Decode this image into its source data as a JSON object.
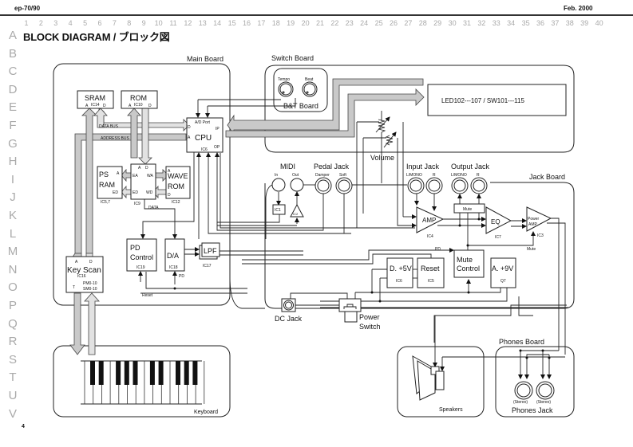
{
  "header": {
    "model": "ep-70/90",
    "date": "Feb. 2000",
    "page_number": "4"
  },
  "grid": {
    "columns": [
      "1",
      "2",
      "3",
      "4",
      "5",
      "6",
      "7",
      "8",
      "9",
      "10",
      "11",
      "12",
      "13",
      "14",
      "15",
      "16",
      "17",
      "18",
      "19",
      "20",
      "21",
      "22",
      "23",
      "24",
      "25",
      "26",
      "27",
      "28",
      "29",
      "30",
      "31",
      "32",
      "33",
      "34",
      "35",
      "36",
      "37",
      "38",
      "39",
      "40"
    ],
    "rows": [
      "A",
      "B",
      "C",
      "D",
      "E",
      "F",
      "G",
      "H",
      "I",
      "J",
      "K",
      "L",
      "M",
      "N",
      "O",
      "P",
      "Q",
      "R",
      "S",
      "T",
      "U",
      "V"
    ]
  },
  "title": "BLOCK DIAGRAM / ブロック図",
  "boards": {
    "main": "Main Board",
    "switch": "Switch Board",
    "bt": "B&T Board",
    "jack": "Jack Board",
    "keyboard": "Keyboard",
    "speakers": "Speakers",
    "phones": "Phones Board"
  },
  "blocks": {
    "sram": {
      "name": "SRAM",
      "ic": "IC14",
      "pin_a": "A",
      "pin_d": "D"
    },
    "rom": {
      "name": "ROM",
      "ic": "IC10",
      "pin_a": "A",
      "pin_d": "D"
    },
    "cpu": {
      "name": "CPU",
      "ic": "IC6",
      "port": "A/D Port",
      "pin_d": "D",
      "pin_a": "A",
      "pin_ip": "IP",
      "pin_op": "OP"
    },
    "psram": {
      "name_1": "PS",
      "name_2": "RAM",
      "ic": "IC5,7",
      "pin_a": "A",
      "pin_ed": "ED"
    },
    "ic9": {
      "ic": "IC9",
      "pin_a": "A",
      "pin_d": "D",
      "pin_ea": "EA",
      "pin_ed": "ED",
      "pin_wa": "WA",
      "pin_wd": "WD"
    },
    "waverom": {
      "name_1": "WAVE",
      "name_2": "ROM",
      "ic": "IC12",
      "pin_a": "A",
      "pin_d": "D"
    },
    "pdcontrol": {
      "name_1": "PD",
      "name_2": "Control",
      "ic": "IC19"
    },
    "da": {
      "name": "D/A",
      "ic": "IC18"
    },
    "lpf": {
      "name": "LPF",
      "ic": "IC17"
    },
    "keyscan": {
      "name": "Key Scan",
      "ic": "IC16",
      "pin_a": "A",
      "pin_d": "D",
      "pin_t": "T",
      "pm": "PM0-10",
      "sm": "SM0-10"
    },
    "led": {
      "name": "LED102---107  /  SW101---115"
    },
    "ic1": {
      "name": "IC1"
    },
    "ic2": {
      "name": "IC2"
    },
    "amp": {
      "name": "AMP",
      "ic": "IC4"
    },
    "eq": {
      "name": "EQ",
      "ic": "IC7"
    },
    "poweramp": {
      "name_1": "Power",
      "name_2": "AMP",
      "ic": "IC3"
    },
    "mute_small": {
      "name": "Mute"
    },
    "mutecontrol": {
      "name_1": "Mute",
      "name_2": "Control"
    },
    "d5v": {
      "name": "D. +5V",
      "ic": "IC6"
    },
    "reset": {
      "name": "Reset",
      "ic": "IC5"
    },
    "a9v": {
      "name": "A. +9V",
      "ic": "Q7"
    }
  },
  "labels": {
    "data_bus": "DATA BUS",
    "address_bus": "ADDRESS BUS",
    "data": "DATA",
    "pd": "PD",
    "reset": "Reset",
    "mute": "Mute",
    "volume": "Volume",
    "midi": "MIDI",
    "midi_in": "In",
    "midi_out": "Out",
    "pedal_jack": "Pedal Jack",
    "damper": "Damper",
    "soft": "Soft",
    "input_jack": "Input Jack",
    "output_jack": "Output Jack",
    "lmono": "L/MONO",
    "r": "R",
    "tempo": "Tempo",
    "beat": "Beat",
    "dc_jack": "DC Jack",
    "power_1": "Power",
    "power_2": "Switch",
    "stereo": "(Stereo)",
    "phones_jack": "Phones Jack"
  }
}
